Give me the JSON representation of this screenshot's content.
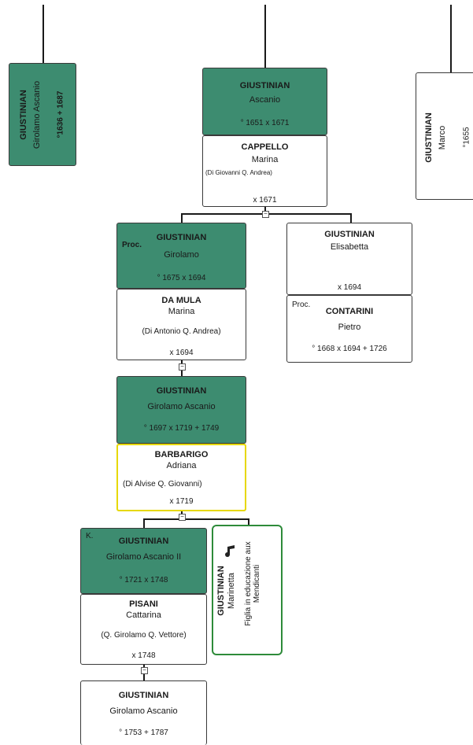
{
  "colors": {
    "green": "#3d8c70",
    "yellow_border": "#e6d800",
    "green_border": "#2e8b3a",
    "line": "#1a1a1a"
  },
  "left_box": {
    "surname": "GIUSTINIAN",
    "name": "Girolamo Ascanio",
    "dates": "°1636 + 1687"
  },
  "right_box": {
    "surname": "GIUSTINIAN",
    "name": "Marco",
    "dates": "°1655"
  },
  "ascanio": {
    "surname": "GIUSTINIAN",
    "name": "Ascanio",
    "dates": "° 1651 x 1671"
  },
  "cappello": {
    "surname": "CAPPELLO",
    "name": "Marina",
    "note": "(Di Giovanni Q. Andrea)",
    "marriage": "x 1671"
  },
  "girolamo": {
    "title": "Proc.",
    "surname": "GIUSTINIAN",
    "name": "Girolamo",
    "dates": "° 1675 x 1694"
  },
  "damula": {
    "surname": "DA MULA",
    "name": "Marina",
    "note": "(Di Antonio Q. Andrea)",
    "marriage": "x 1694"
  },
  "elisabetta": {
    "surname": "GIUSTINIAN",
    "name": "Elisabetta",
    "marriage": "x 1694"
  },
  "contarini": {
    "title": "Proc.",
    "surname": "CONTARINI",
    "name": "Pietro",
    "dates": "° 1668 x 1694 + 1726"
  },
  "girolamo_ascanio": {
    "surname": "GIUSTINIAN",
    "name": "Girolamo Ascanio",
    "dates": "° 1697 x 1719 + 1749"
  },
  "barbarigo": {
    "surname": "BARBARIGO",
    "name": "Adriana",
    "note": "(Di Alvise Q. Giovanni)",
    "marriage": "x 1719"
  },
  "girolamo_ii": {
    "title": "K.",
    "surname": "GIUSTINIAN",
    "name": "Girolamo Ascanio II",
    "dates": "° 1721 x 1748"
  },
  "marinetta": {
    "surname": "GIUSTINIAN",
    "name": "Marinetta",
    "note": "Figlia in educazione aux Mendicanti"
  },
  "pisani": {
    "surname": "PISANI",
    "name": "Cattarina",
    "note": "(Q. Girolamo Q. Vettore)",
    "marriage": "x 1748"
  },
  "last": {
    "surname": "GIUSTINIAN",
    "name": "Girolamo Ascanio",
    "dates": "° 1753 + 1787"
  }
}
